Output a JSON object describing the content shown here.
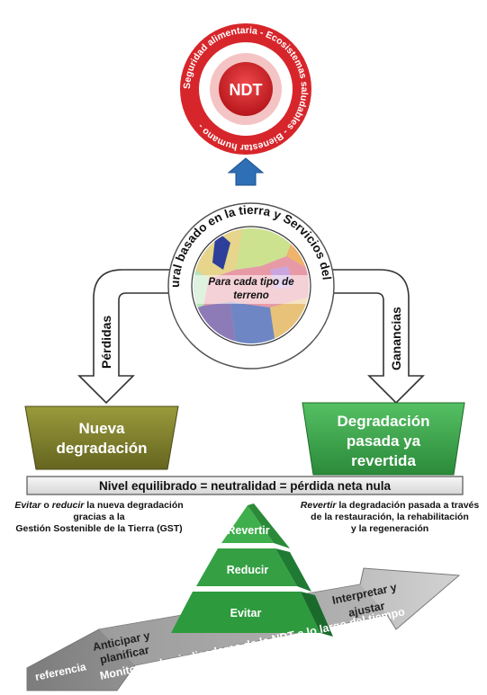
{
  "ndt_ring": {
    "center_label": "NDT",
    "ring_text": "Seguridad alimentaria - Ecosistemas saludables - Bienestar humano - "
  },
  "capital_circle": {
    "ring_text": "Capital natural basado en la tierra y Servicios del ecosistema",
    "center_text_line1": "Para cada tipo de",
    "center_text_line2": "terreno"
  },
  "arrows": {
    "left_label": "Pérdidas",
    "right_label": "Ganancias"
  },
  "left_box": {
    "line1": "Nueva",
    "line2": "degradación"
  },
  "right_box": {
    "line1": "Degradación",
    "line2": "pasada ya",
    "line3": "revertida"
  },
  "balance_bar": {
    "label": "Nivel equilibrado = neutralidad = pérdida neta nula"
  },
  "left_note": {
    "italic1": "Evitar",
    "mid1": " o ",
    "italic2": "reducir",
    "rest1": " la nueva degradación",
    "line2": "gracias a la",
    "line3": "Gestión Sostenible de la Tierra (GST)"
  },
  "right_note": {
    "italic1": "Revertir",
    "rest1": " la degradación pasada a través",
    "line2": "de la restauración, la rehabilitación",
    "line3": "y la regeneración"
  },
  "pyramid": {
    "top": "Revertir",
    "middle": "Reducir",
    "bottom": "Evitar"
  },
  "timeline": {
    "reference": "referencia",
    "monitor": "Monitorear los indicadores de la NDT a lo largo del tiempo",
    "anticipar_line1": "Anticipar y",
    "anticipar_line2": "planificar",
    "interpretar_line1": "Interpretar y",
    "interpretar_line2": "ajustar"
  },
  "colors": {
    "ndt_red": "#d7262b",
    "olive": "#7a7a2a",
    "green": "#39a24a",
    "pyramid_dark": "#1f7a33",
    "pyramid_light": "#3fae4c",
    "blue_arrow": "#2f6fb5"
  }
}
